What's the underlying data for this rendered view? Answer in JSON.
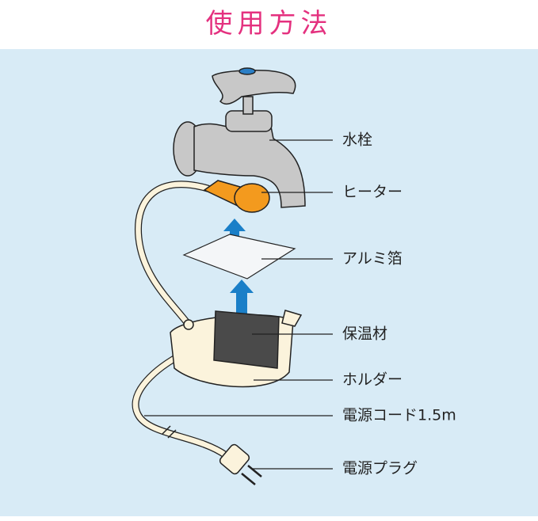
{
  "title": "使用方法",
  "labels": {
    "faucet": "水栓",
    "heater": "ヒーター",
    "foil": "アルミ箔",
    "insulation": "保温材",
    "holder": "ホルダー",
    "cord": "電源コード1.5m",
    "plug": "電源プラグ"
  },
  "colors": {
    "title": "#e4317f",
    "background": "#d8ebf6",
    "arrow": "#1a7fc8",
    "heater": "#f39a1e",
    "faucet": "#c8c8c8"
  }
}
